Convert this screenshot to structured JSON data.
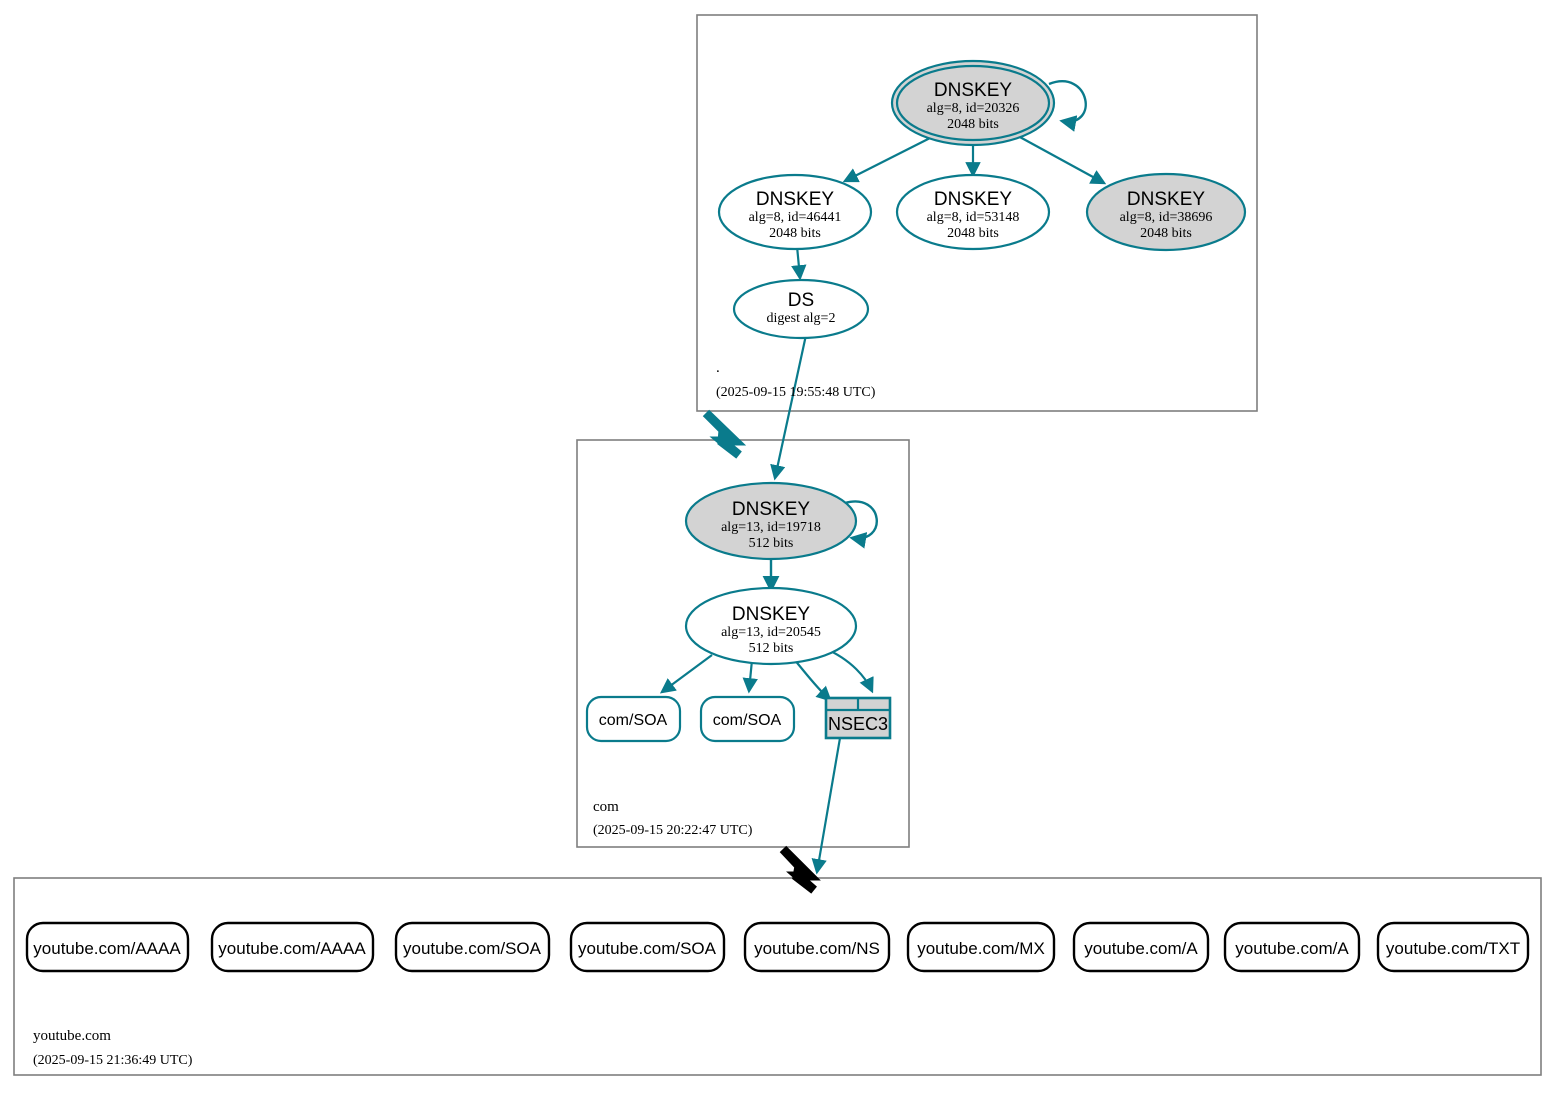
{
  "diagram": {
    "type": "dnssec-authentication-chain",
    "accent_color": "#0a7b8c",
    "secure_key_fill": "#d3d3d3",
    "zone_border_color": "#7f7f7f",
    "rrset_border_color": "#000000"
  },
  "zones": [
    {
      "id": "root",
      "name": ".",
      "timestamp": "(2025-09-15 19:55:48 UTC)",
      "nodes": [
        {
          "id": "root-ksk",
          "title": "DNSKEY",
          "line2": "alg=8, id=20326",
          "line3": "2048 bits",
          "shape": "doubleellipse",
          "fill": "#d3d3d3"
        },
        {
          "id": "root-zsk-46441",
          "title": "DNSKEY",
          "line2": "alg=8, id=46441",
          "line3": "2048 bits",
          "shape": "ellipse",
          "fill": "#ffffff"
        },
        {
          "id": "root-zsk-53148",
          "title": "DNSKEY",
          "line2": "alg=8, id=53148",
          "line3": "2048 bits",
          "shape": "ellipse",
          "fill": "#ffffff"
        },
        {
          "id": "root-zsk-38696",
          "title": "DNSKEY",
          "line2": "alg=8, id=38696",
          "line3": "2048 bits",
          "shape": "ellipse",
          "fill": "#d3d3d3"
        },
        {
          "id": "root-ds",
          "title": "DS",
          "line2": "digest alg=2",
          "line3": "",
          "shape": "ellipse",
          "fill": "#ffffff"
        }
      ]
    },
    {
      "id": "com",
      "name": "com",
      "timestamp": "(2025-09-15 20:22:47 UTC)",
      "nodes": [
        {
          "id": "com-ksk",
          "title": "DNSKEY",
          "line2": "alg=13, id=19718",
          "line3": "512 bits",
          "shape": "ellipse",
          "fill": "#d3d3d3"
        },
        {
          "id": "com-zsk",
          "title": "DNSKEY",
          "line2": "alg=13, id=20545",
          "line3": "512 bits",
          "shape": "ellipse",
          "fill": "#ffffff"
        },
        {
          "id": "com-soa-1",
          "title": "com/SOA",
          "shape": "roundbox",
          "fill": "#ffffff"
        },
        {
          "id": "com-soa-2",
          "title": "com/SOA",
          "shape": "roundbox",
          "fill": "#ffffff"
        },
        {
          "id": "com-nsec3",
          "title": "NSEC3",
          "shape": "table",
          "fill": "#d3d3d3"
        }
      ]
    },
    {
      "id": "youtube",
      "name": "youtube.com",
      "timestamp": "(2025-09-15 21:36:49 UTC)",
      "nodes": [
        {
          "id": "yt-aaaa-1",
          "title": "youtube.com/AAAA",
          "shape": "roundbox",
          "fill": "#ffffff"
        },
        {
          "id": "yt-aaaa-2",
          "title": "youtube.com/AAAA",
          "shape": "roundbox",
          "fill": "#ffffff"
        },
        {
          "id": "yt-soa-1",
          "title": "youtube.com/SOA",
          "shape": "roundbox",
          "fill": "#ffffff"
        },
        {
          "id": "yt-soa-2",
          "title": "youtube.com/SOA",
          "shape": "roundbox",
          "fill": "#ffffff"
        },
        {
          "id": "yt-ns",
          "title": "youtube.com/NS",
          "shape": "roundbox",
          "fill": "#ffffff"
        },
        {
          "id": "yt-mx",
          "title": "youtube.com/MX",
          "shape": "roundbox",
          "fill": "#ffffff"
        },
        {
          "id": "yt-a-1",
          "title": "youtube.com/A",
          "shape": "roundbox",
          "fill": "#ffffff"
        },
        {
          "id": "yt-a-2",
          "title": "youtube.com/A",
          "shape": "roundbox",
          "fill": "#ffffff"
        },
        {
          "id": "yt-txt",
          "title": "youtube.com/TXT",
          "shape": "roundbox",
          "fill": "#ffffff"
        }
      ]
    }
  ]
}
